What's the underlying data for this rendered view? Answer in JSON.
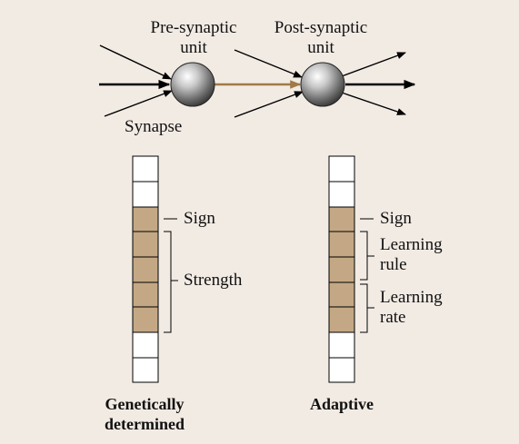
{
  "diagram": {
    "top": {
      "pre_label": "Pre-synaptic\nunit",
      "post_label": "Post-synaptic\nunit",
      "synapse_label": "Synapse"
    },
    "left_column": {
      "caption": "Genetically\ndetermined",
      "sign_label": "Sign",
      "strength_label": "Strength"
    },
    "right_column": {
      "caption": "Adaptive",
      "sign_label": "Sign",
      "learning_rule_label": "Learning\nrule",
      "learning_rate_label": "Learning\nrate"
    },
    "colors": {
      "panel_bg": "#f2ebe4",
      "filled_cell": "#c4a885",
      "empty_cell": "#ffffff",
      "connection_arrow": "#a07a48",
      "neuron": "#8a8a8a"
    }
  }
}
